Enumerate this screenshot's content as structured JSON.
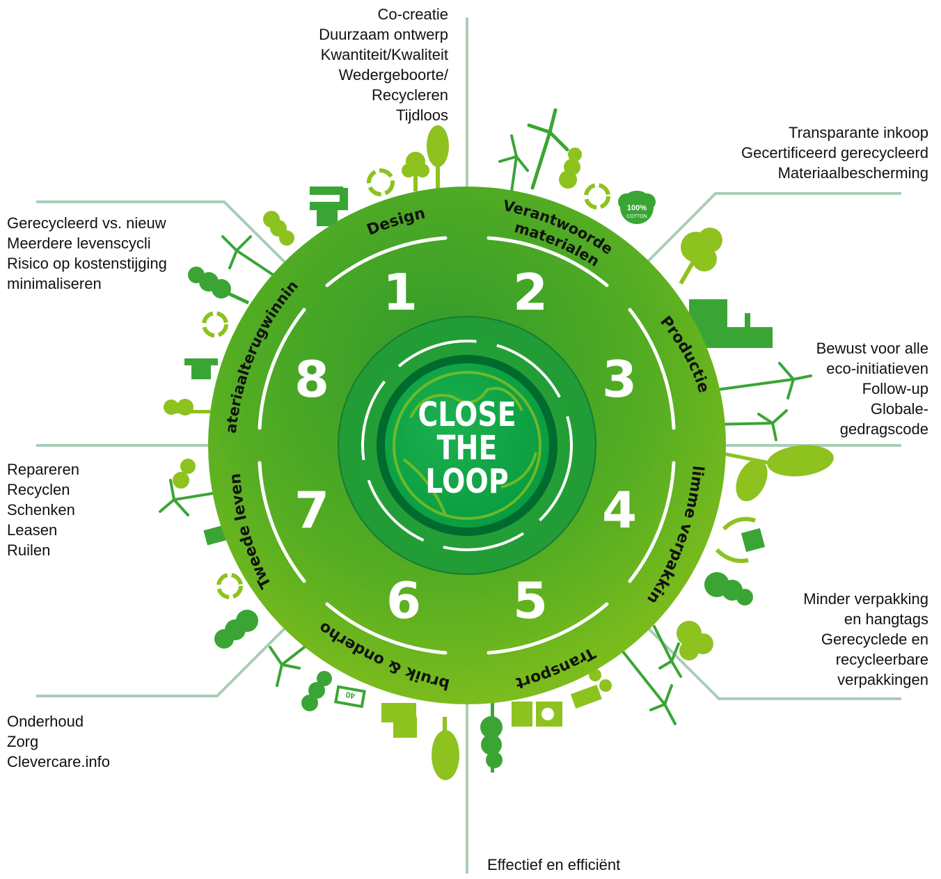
{
  "center": {
    "line1": "CLOSE",
    "line2": "THE",
    "line3": "LOOP"
  },
  "segments": [
    {
      "number": "1",
      "title": "Design"
    },
    {
      "number": "2",
      "title": "Verantwoorde materialen",
      "title_line1": "Verantwoorde",
      "title_line2": "materialen"
    },
    {
      "number": "3",
      "title": "Productie"
    },
    {
      "number": "4",
      "title": "Slimme verpakking"
    },
    {
      "number": "5",
      "title": "Transport"
    },
    {
      "number": "6",
      "title": "Gebruik & onderhoud"
    },
    {
      "number": "7",
      "title": "Tweede leven"
    },
    {
      "number": "8",
      "title": "Materiaalterugwinning"
    }
  ],
  "notes": {
    "design": "Co-creatie\nDuurzaam ontwerp\nKwantiteit/Kwaliteit\nWedergeboorte/\nRecycleren\nTijdloos",
    "materials": "Transparante inkoop\nGecertificeerd gerecycleerd\nMateriaalbescherming",
    "production": "Bewust voor alle\neco-initiatieven\nFollow-up\nGlobale-\ngedragscode",
    "packaging": "Minder verpakking\nen hangtags\nGerecyclede en\nrecycleerbare\nverpakkingen",
    "transport": "Effectief en efficiënt",
    "use": "Onderhoud\nZorg\nClevercare.info",
    "second_life": "Repareren\nRecyclen\nSchenken\nLeasen\nRuilen",
    "recovery": "Gerecycleerd vs. nieuw\nMeerdere levenscycli\nRisico op kostenstijging\nminimaliseren"
  },
  "decorations": {
    "cotton_tag_line1": "100%",
    "cotton_tag_line2": "COTTON",
    "wash_label": "40"
  },
  "colors": {
    "wheel_dark": "#2f9a2c",
    "wheel_light": "#8cc21a",
    "center_dark": "#006b2d",
    "center_green": "#0fa64a",
    "icon_green": "#3aa535",
    "icon_light": "#8dc21f",
    "connector": "#a9cdb7",
    "text": "#111111"
  }
}
